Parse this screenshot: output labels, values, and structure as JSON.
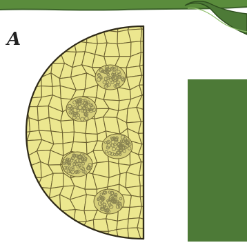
{
  "figure": {
    "panel_label": "A",
    "colors": {
      "background": "#ffffff",
      "leaf_green": "#4d7a37",
      "leaf_dark": "#3b6129",
      "leaf_light": "#6fa04e",
      "tissue_fill": "#ece78f",
      "tissue_stroke": "#6b6030",
      "bundle_fill": "#8a8452",
      "outline": "#2f2a18"
    },
    "parts": {
      "cross_section": "semicircular-stem-cross-section",
      "vascular_bundles": 5,
      "green_panel": "solid-green-block"
    }
  }
}
